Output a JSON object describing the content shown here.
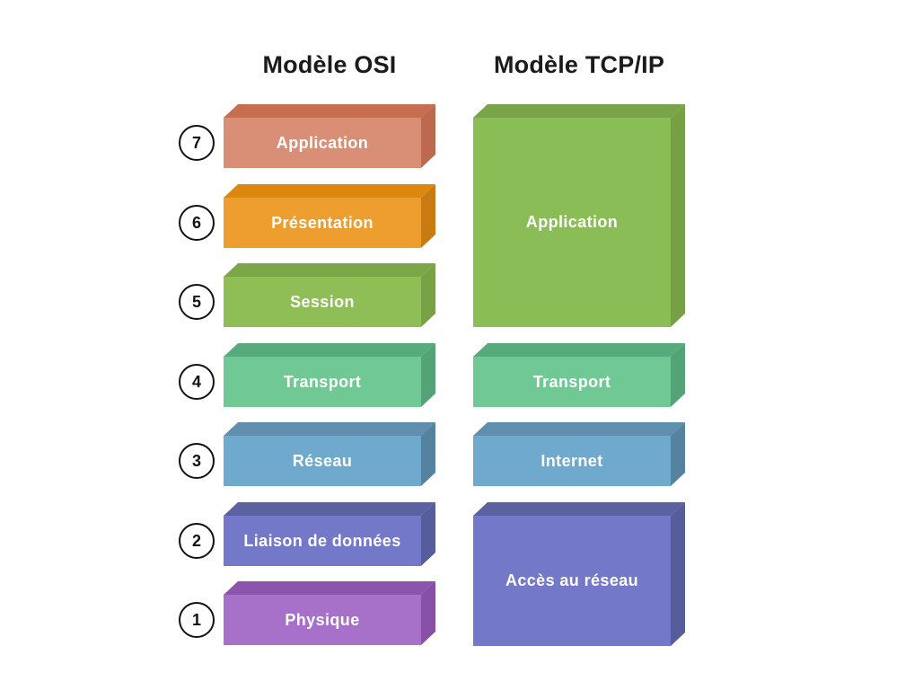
{
  "header": {
    "osi_title": "Modèle OSI",
    "tcpip_title": "Modèle TCP/IP"
  },
  "accents": {
    "background": "#ffffff",
    "title_text": "#1b1b1b",
    "label_text": "#ffffff",
    "badge_border": "#111111",
    "badge_fill": "#ffffff",
    "badge_text": "#111111"
  },
  "osi": {
    "layers": [
      {
        "number": "7",
        "label": "Application",
        "row": 0,
        "span": 1,
        "front": "#D98E76",
        "top": "#C76E50",
        "side": "#BD6950"
      },
      {
        "number": "6",
        "label": "Présentation",
        "row": 1,
        "span": 1,
        "front": "#EE9D2F",
        "top": "#DC880E",
        "side": "#C97B12"
      },
      {
        "number": "5",
        "label": "Session",
        "row": 2,
        "span": 1,
        "front": "#8FBE57",
        "top": "#7CA647",
        "side": "#78A245"
      },
      {
        "number": "4",
        "label": "Transport",
        "row": 3,
        "span": 1,
        "front": "#70C994",
        "top": "#57AA7B",
        "side": "#53A376"
      },
      {
        "number": "3",
        "label": "Réseau",
        "row": 4,
        "span": 1,
        "front": "#6FA9CD",
        "top": "#5F8FAC",
        "side": "#55829F"
      },
      {
        "number": "2",
        "label": "Liaison de données",
        "row": 5,
        "span": 1,
        "front": "#7379C8",
        "top": "#5C61A2",
        "side": "#575C9A"
      },
      {
        "number": "1",
        "label": "Physique",
        "row": 6,
        "span": 1,
        "front": "#A771C9",
        "top": "#8C55AD",
        "side": "#8750A6"
      }
    ]
  },
  "tcpip": {
    "layers": [
      {
        "label": "Application",
        "row": 0,
        "span": 3,
        "front": "#8BBD56",
        "top": "#7AA44A",
        "side": "#76A046"
      },
      {
        "label": "Transport",
        "row": 3,
        "span": 1,
        "front": "#70C994",
        "top": "#57AA7B",
        "side": "#53A376"
      },
      {
        "label": "Internet",
        "row": 4,
        "span": 1,
        "front": "#6FA9CD",
        "top": "#5F8FAC",
        "side": "#55829F"
      },
      {
        "label": "Accès au réseau",
        "row": 5,
        "span": 2,
        "front": "#7379C8",
        "top": "#5C61A2",
        "side": "#575C9A"
      }
    ]
  }
}
